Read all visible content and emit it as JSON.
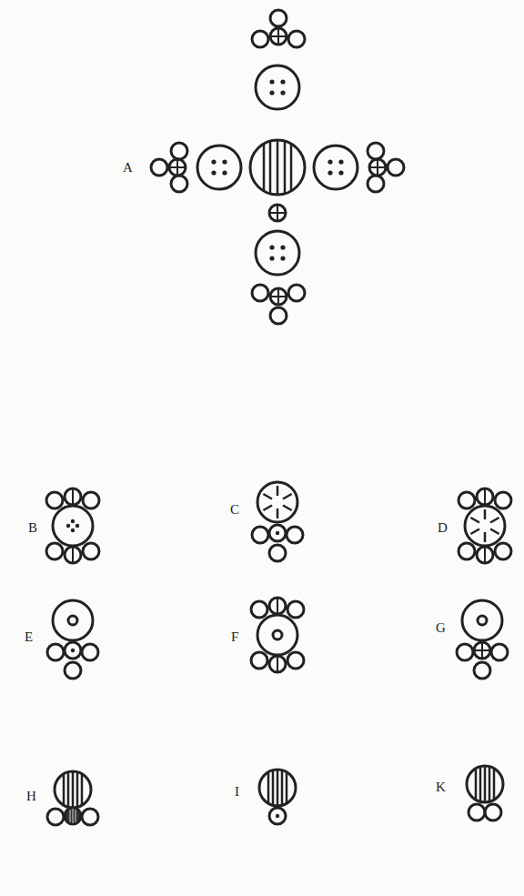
{
  "diagram": {
    "labels": [
      "A",
      "B",
      "C",
      "D",
      "E",
      "F",
      "G",
      "H",
      "I",
      "K"
    ]
  }
}
